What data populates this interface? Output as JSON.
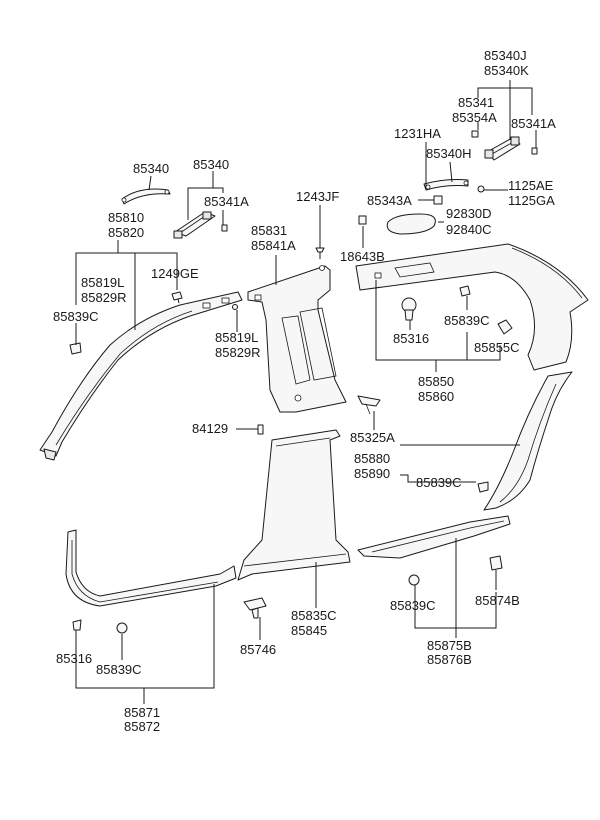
{
  "labels": {
    "p85340J": "85340J",
    "p85340K": "85340K",
    "p85341_top": "85341",
    "p85354A": "85354A",
    "p85341A_top": "85341A",
    "p1231HA": "1231HA",
    "p85340H": "85340H",
    "p85343A": "85343A",
    "p1125AE": "1125AE",
    "p1125GA": "1125GA",
    "p85340_a": "85340",
    "p85340_b": "85340",
    "p85341A_left": "85341A",
    "p1243JF": "1243JF",
    "p92830D": "92830D",
    "p92840C": "92840C",
    "p85810": "85810",
    "p85820": "85820",
    "p85831": "85831",
    "p85841A": "85841A",
    "p18643B": "18643B",
    "p1249GE": "1249GE",
    "p85819L_a": "85819L",
    "p85829R_a": "85829R",
    "p85839C_left": "85839C",
    "p85819L_b": "85819L",
    "p85829R_b": "85829R",
    "p85839C_mid": "85839C",
    "p85316_right": "85316",
    "p85855C": "85855C",
    "p85850": "85850",
    "p85860": "85860",
    "p84129": "84129",
    "p85325A": "85325A",
    "p85880": "85880",
    "p85890": "85890",
    "p85839C_rear": "85839C",
    "p85835C": "85835C",
    "p85845": "85845",
    "p85746": "85746",
    "p85839C_step": "85839C",
    "p85874B": "85874B",
    "p85875B": "85875B",
    "p85876B": "85876B",
    "p85316_left": "85316",
    "p85839C_bottom": "85839C",
    "p85871": "85871",
    "p85872": "85872"
  }
}
